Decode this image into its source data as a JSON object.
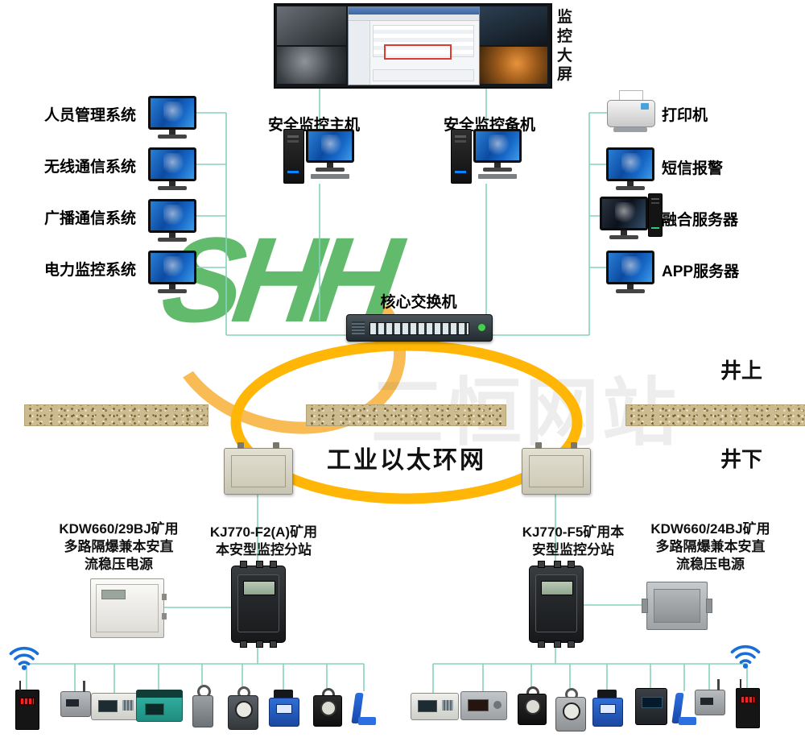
{
  "screen": {
    "label": "监控大屏"
  },
  "surface": {
    "left_systems": [
      "人员管理系统",
      "无线通信系统",
      "广播通信系统",
      "电力监控系统"
    ],
    "hosts": [
      "安全监控主机",
      "安全监控备机"
    ],
    "right_devices": [
      "打印机",
      "短信报警",
      "融合服务器",
      "APP服务器"
    ],
    "core_switch": "核心交换机",
    "zone_label": "井上"
  },
  "ring": {
    "label": "工业以太环网",
    "color": "#ffb606"
  },
  "underground": {
    "zone_label": "井下",
    "units": [
      "KDW660/29BJ矿用\n多路隔爆兼本安直\n流稳压电源",
      "KJ770-F2(A)矿用\n本安型监控分站",
      "KJ770-F5矿用本\n安型监控分站",
      "KDW660/24BJ矿用\n多路隔爆兼本安直\n流稳压电源"
    ]
  },
  "watermark": {
    "logo": "SHH",
    "text": "三恒网站"
  },
  "colors": {
    "line": "#85d2bd",
    "ring": "#ffb606",
    "wifi": "#1a6fd4"
  }
}
